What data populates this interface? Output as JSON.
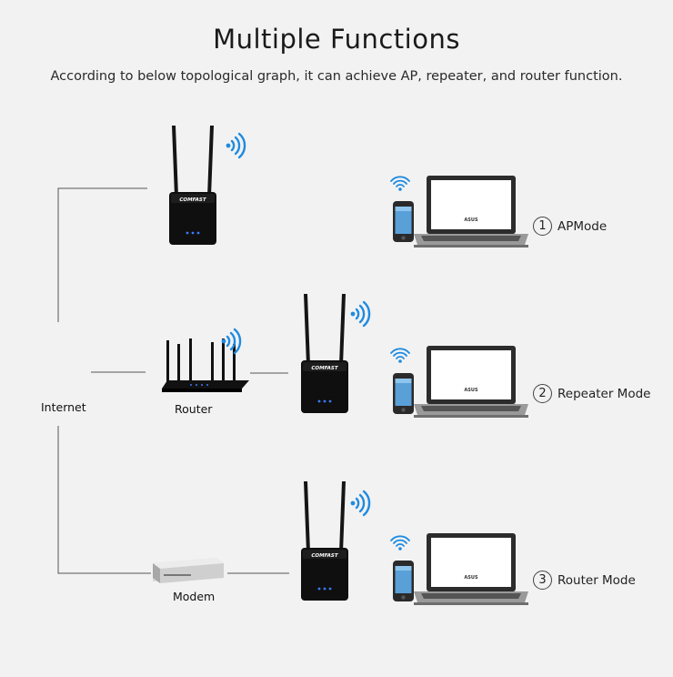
{
  "header": {
    "title": "Multiple Functions",
    "subtitle": "According to below topological graph, it can achieve AP, repeater, and router function."
  },
  "nodes": {
    "internet": "Internet",
    "router": "Router",
    "modem": "Modem"
  },
  "modes": [
    {
      "number": "1",
      "label": "APMode"
    },
    {
      "number": "2",
      "label": "Repeater Mode"
    },
    {
      "number": "3",
      "label": "Router Mode"
    }
  ],
  "device": {
    "brand": "COMFAST",
    "laptop_brand": "ASUS"
  },
  "colors": {
    "background": "#f2f2f2",
    "wifi_signal": "#1f8be0",
    "device_body": "#111111",
    "status_led": "#3a7bff",
    "connector_line": "#555555"
  }
}
